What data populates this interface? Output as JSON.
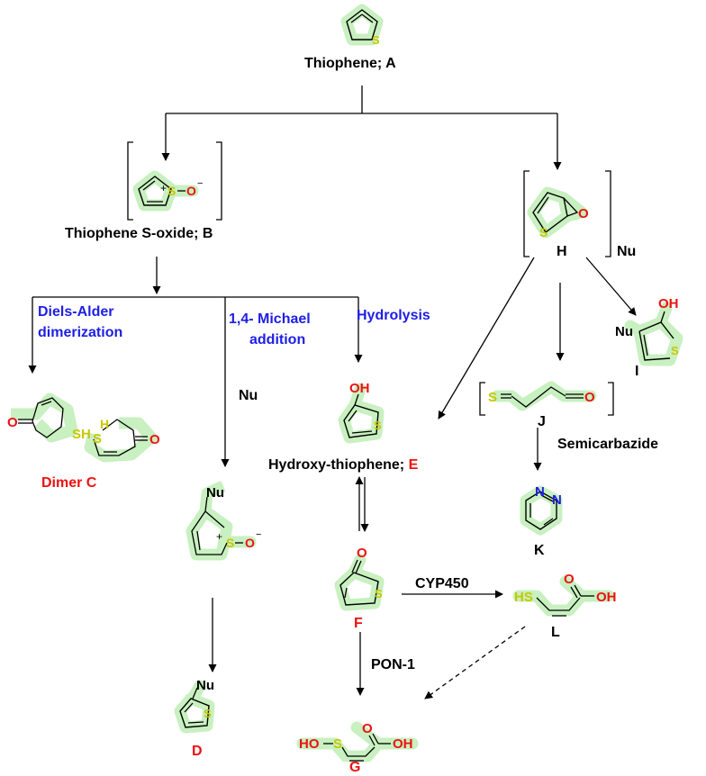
{
  "colors": {
    "highlight": "#c8f0c0",
    "bond": "#000000",
    "sulfur": "#c8c800",
    "oxygen": "#ee1111",
    "nitrogen": "#1e1ee6",
    "reagent_text": "#1e1ee6",
    "compound_letter": "#ee1111"
  },
  "atoms": {
    "S": "S",
    "O": "O",
    "O_minus": "O",
    "minus": "−",
    "plus": "+",
    "OH": "OH",
    "HO": "HO",
    "SH": "SH",
    "HS": "HS",
    "H": "H",
    "N": "N",
    "Nu": "Nu"
  },
  "compounds": {
    "A_name": "Thiophene; A",
    "B_name": "Thiophene S-oxide; B",
    "C_name": "Dimer C",
    "D_letter": "D",
    "E_name": "Hydroxy-thiophene; ",
    "E_letter": "E",
    "F_letter": "F",
    "G_letter": "G",
    "H_letter": "H",
    "I_letter": "I",
    "J_letter": "J",
    "K_letter": "K",
    "L_letter": "L"
  },
  "reagents": {
    "diels_alder_1": "Diels-Alder",
    "diels_alder_2": "dimerization",
    "michael_1": "1,4- Michael",
    "michael_2": "addition",
    "hydrolysis": "Hydrolysis",
    "nu_michael": "Nu",
    "nu_H_to_I": "Nu",
    "semicarbazide": "Semicarbazide",
    "cyp450": "CYP450",
    "pon1": "PON-1"
  }
}
